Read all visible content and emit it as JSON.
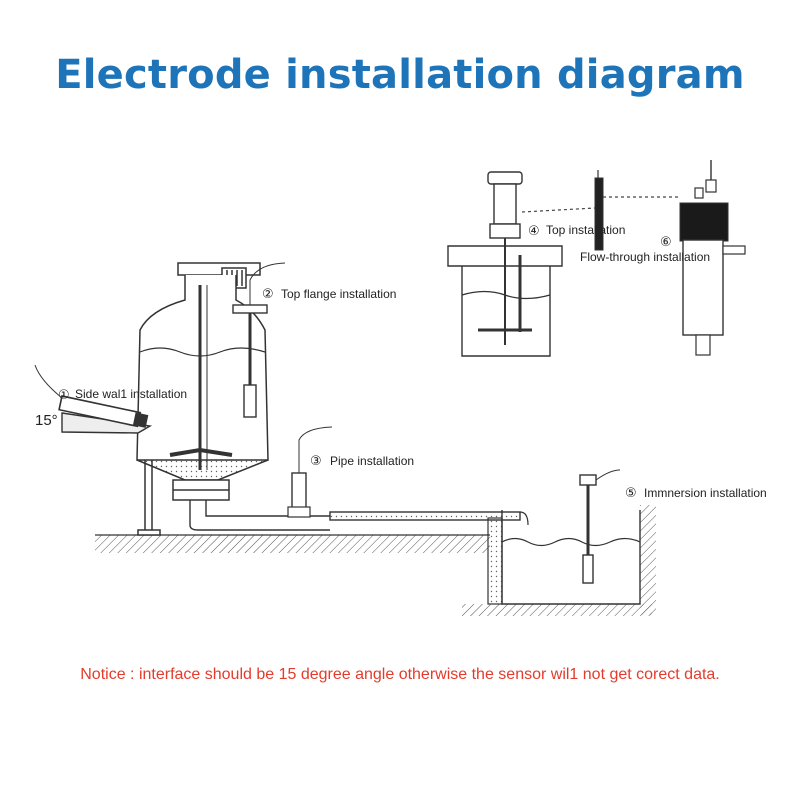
{
  "title": "Electrode installation diagram",
  "labels": {
    "side_wall": {
      "num": "①",
      "text": "Side wal1 installation"
    },
    "top_flange": {
      "num": "②",
      "text": "Top flange installation"
    },
    "pipe": {
      "num": "③",
      "text": "Pipe installation"
    },
    "top": {
      "num": "④",
      "text": "Top installation"
    },
    "immersion": {
      "num": "⑤",
      "text": "Immnersion installation"
    },
    "flow_through": {
      "num": "⑥",
      "text": "Flow-through installation"
    }
  },
  "angle": "15°",
  "notice": "Notice : interface should be 15 degree angle otherwise the sensor wil1 not get corect data."
}
